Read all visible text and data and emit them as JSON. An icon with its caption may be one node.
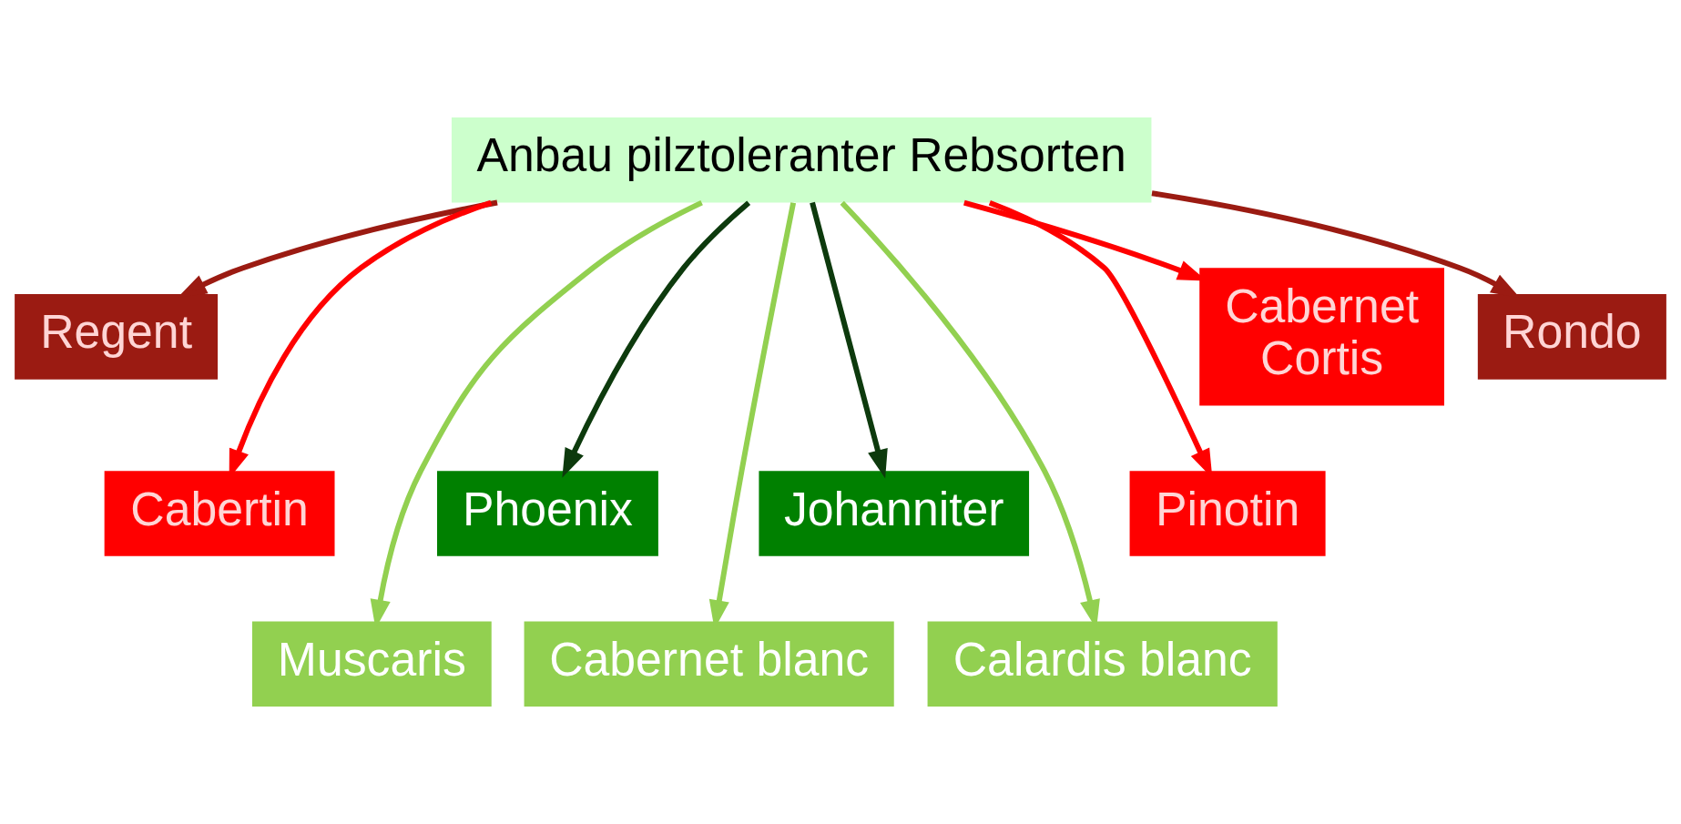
{
  "diagram": {
    "nodes": [
      {
        "text": [
          "Anbau pilztoleranter Rebsorten"
        ]
      },
      {
        "text": [
          "Regent"
        ]
      },
      {
        "text": [
          "Cabertin"
        ]
      },
      {
        "text": [
          "Muscaris"
        ]
      },
      {
        "text": [
          "Phoenix"
        ]
      },
      {
        "text": [
          "Cabernet blanc"
        ]
      },
      {
        "text": [
          "Johanniter"
        ]
      },
      {
        "text": [
          "Calardis blanc"
        ]
      },
      {
        "text": [
          "Pinotin"
        ]
      },
      {
        "text": [
          "Cabernet Cortis"
        ]
      },
      {
        "text": [
          "Rondo"
        ]
      }
    ],
    "edges": [
      {
        "from": 0,
        "to": 1,
        "arrow": "to",
        "color": "#9b1b12"
      },
      {
        "from": 0,
        "to": 2,
        "arrow": "to",
        "color": "#ff0000"
      },
      {
        "from": 0,
        "to": 3,
        "arrow": "to",
        "color": "#92d050"
      },
      {
        "from": 0,
        "to": 4,
        "arrow": "to",
        "color": "#0d3a0d"
      },
      {
        "from": 0,
        "to": 5,
        "arrow": "to",
        "color": "#92d050"
      },
      {
        "from": 0,
        "to": 6,
        "arrow": "to",
        "color": "#0d3a0d"
      },
      {
        "from": 0,
        "to": 7,
        "arrow": "to",
        "color": "#92d050"
      },
      {
        "from": 0,
        "to": 8,
        "arrow": "to",
        "color": "#ff0000"
      },
      {
        "from": 0,
        "to": 9,
        "arrow": "to",
        "color": "#ff0000"
      },
      {
        "from": 0,
        "to": 10,
        "arrow": "to",
        "color": "#9b1b12"
      }
    ]
  }
}
